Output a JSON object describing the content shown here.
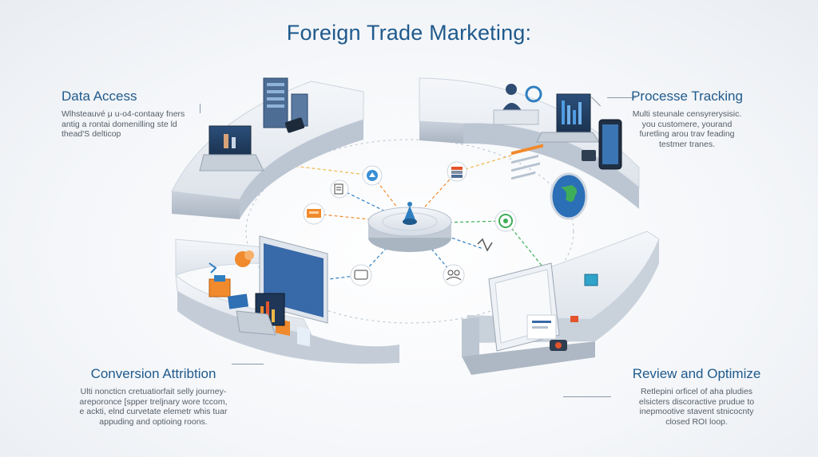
{
  "title": "Foreign Trade Marketing:",
  "stages": [
    {
      "title": "Data Access",
      "desc": [
        "Wlhsteauvé μ u-o4-contaay fners",
        "antig a rontai domenilling ste ld",
        "thead'S delticop"
      ]
    },
    {
      "title": "Processe Tracking",
      "desc": [
        "Multi steunale censyrerysisic.",
        "you customere, yourand",
        "furetling arou trav feading",
        "testmer tranes."
      ]
    },
    {
      "title": "Conversion Attribtion",
      "desc": [
        "Ulti noncticn cretuatiorfait selly journey-",
        "areporonce [spper treljnary wore tccom,",
        "e ackti, elnd curvetate elemetr whis tuar",
        "appuding and optioing roons."
      ]
    },
    {
      "title": "Review and Optimize",
      "desc": [
        "Retlepini orficel of aha pludies",
        "elsicters discoractive prudue to",
        "inepmootive stavent stnicocnty",
        "closed ROI loop."
      ]
    }
  ],
  "colors": {
    "title": "#1f5a8c",
    "heading": "#1f5a8c",
    "body_text": "#555e68",
    "platform": "#e4e9ef",
    "accent_blue": "#2f7fc1",
    "accent_orange": "#f08a2c",
    "accent_green": "#3fae5a"
  },
  "icons": {
    "hub": "gear-hub-icon",
    "satellites": [
      "chart-bubble-icon",
      "server-stack-icon",
      "document-icon",
      "globe-icon",
      "tablet-icon",
      "shopping-cart-icon",
      "handshake-icon",
      "puzzle-icon"
    ]
  }
}
